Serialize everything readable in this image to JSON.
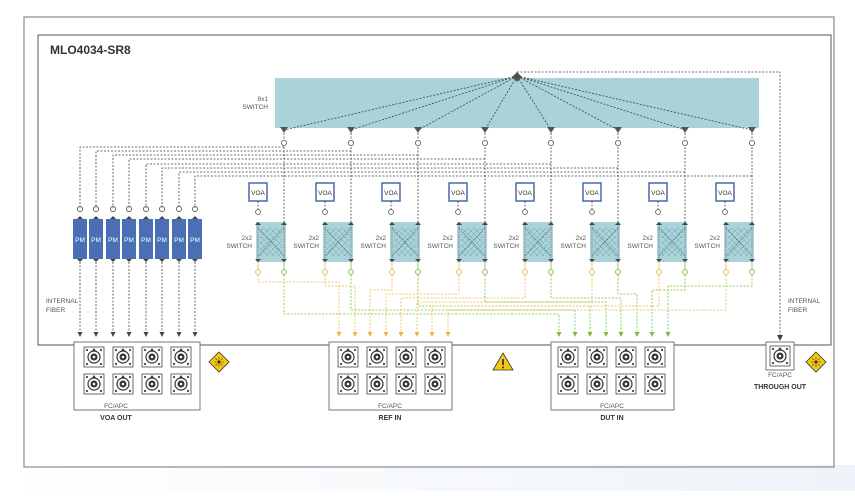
{
  "title": "MLO4034-SR8",
  "switch_8x1": {
    "line1": "8x1",
    "line2": "SWITCH"
  },
  "voa_label": "VOA",
  "pm_label": "PM",
  "switch_2x2": {
    "line1": "2x2",
    "line2": "SWITCH"
  },
  "internal_fiber": {
    "line1": "INTERNAL",
    "line2": "FIBER"
  },
  "connector_type": "FC/APC",
  "panels": {
    "voa_out": "VOA OUT",
    "ref_in": "REF IN",
    "dut_in": "DUT IN",
    "through_out": "THROUGH OUT"
  },
  "colors": {
    "switch_fill": "#a9d3d9",
    "pm_fill": "#4a6fb4",
    "voa_stroke": "#3a5fa8",
    "ref_fiber": "#e8b84a",
    "dut_fiber": "#7dbb3c",
    "laser_warning": "#f6c814"
  },
  "icons": {
    "laser_warning": "laser-warning-icon",
    "general_warning": "warning-icon"
  }
}
